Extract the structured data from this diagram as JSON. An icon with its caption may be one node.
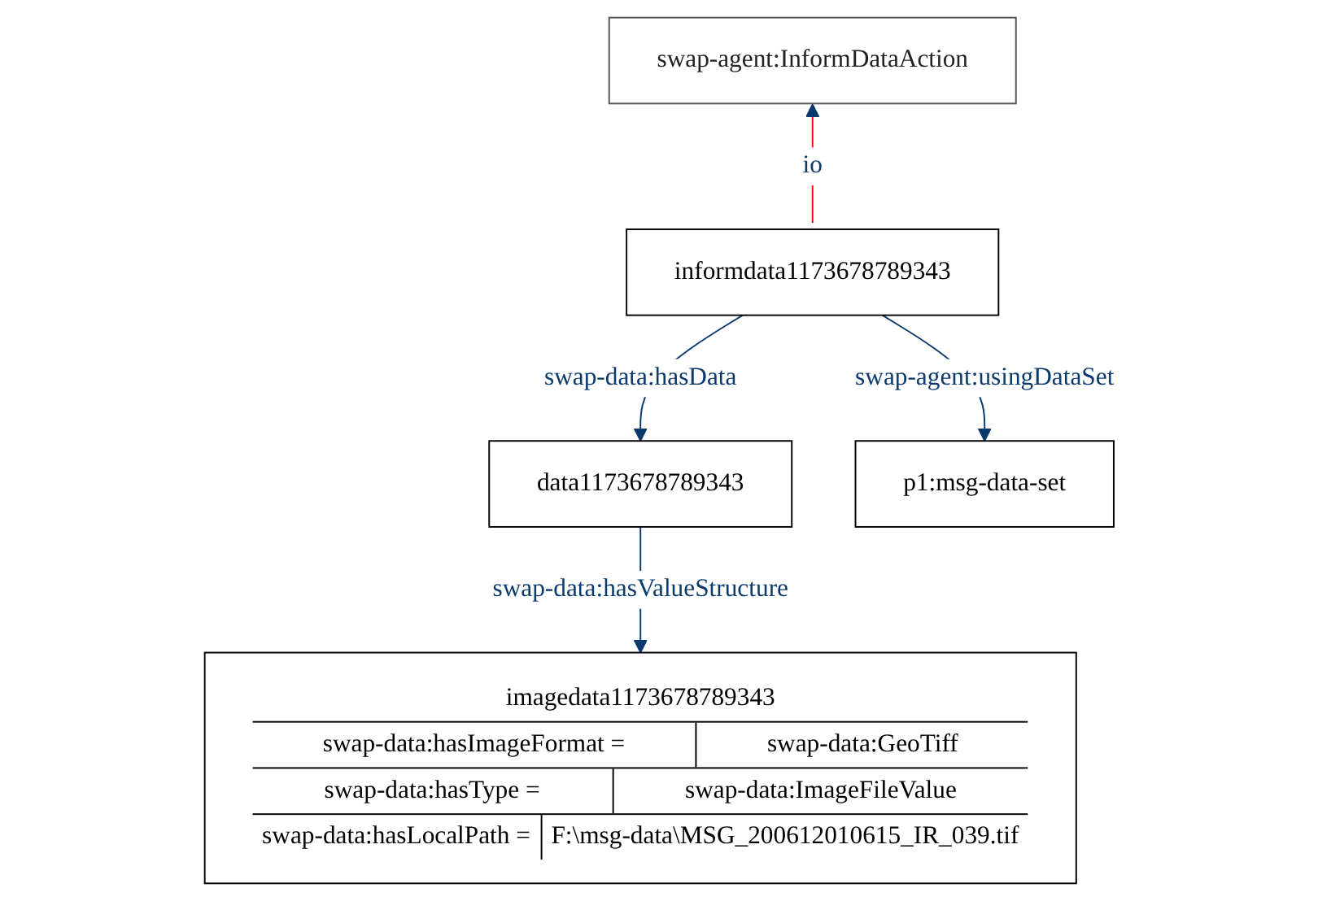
{
  "diagram": {
    "nodes": [
      {
        "text": [
          "swap-agent:InformDataAction"
        ]
      },
      {
        "text": [
          "informdata1173678789343"
        ]
      },
      {
        "text": [
          "data1173678789343"
        ]
      },
      {
        "text": [
          "p1:msg-data-set"
        ]
      },
      {
        "text": [
          "imagedata1173678789343",
          "swap-data:hasImageFormat =",
          "swap-data:GeoTiff",
          "swap-data:hasType =",
          "swap-data:ImageFileValue",
          "swap-data:hasLocalPath =",
          "F:\\msg-data\\MSG_200612010615_IR_039.tif"
        ]
      }
    ],
    "edges": [
      {
        "from": 1,
        "to": 0,
        "arrow": "to",
        "label": "io",
        "color": "#ff0000"
      },
      {
        "from": 1,
        "to": 2,
        "arrow": "to",
        "label": "swap-data:hasData"
      },
      {
        "from": 1,
        "to": 3,
        "arrow": "to",
        "label": "swap-agent:usingDataSet"
      },
      {
        "from": 2,
        "to": 4,
        "arrow": "to",
        "label": "swap-data:hasValueStructure"
      }
    ]
  }
}
